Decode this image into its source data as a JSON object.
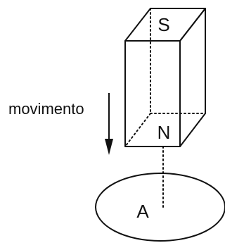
{
  "labels": {
    "south_pole": "S",
    "north_pole": "N",
    "movement": "movimento",
    "point": "A"
  },
  "colors": {
    "ink": "#111111",
    "background": "#ffffff"
  }
}
